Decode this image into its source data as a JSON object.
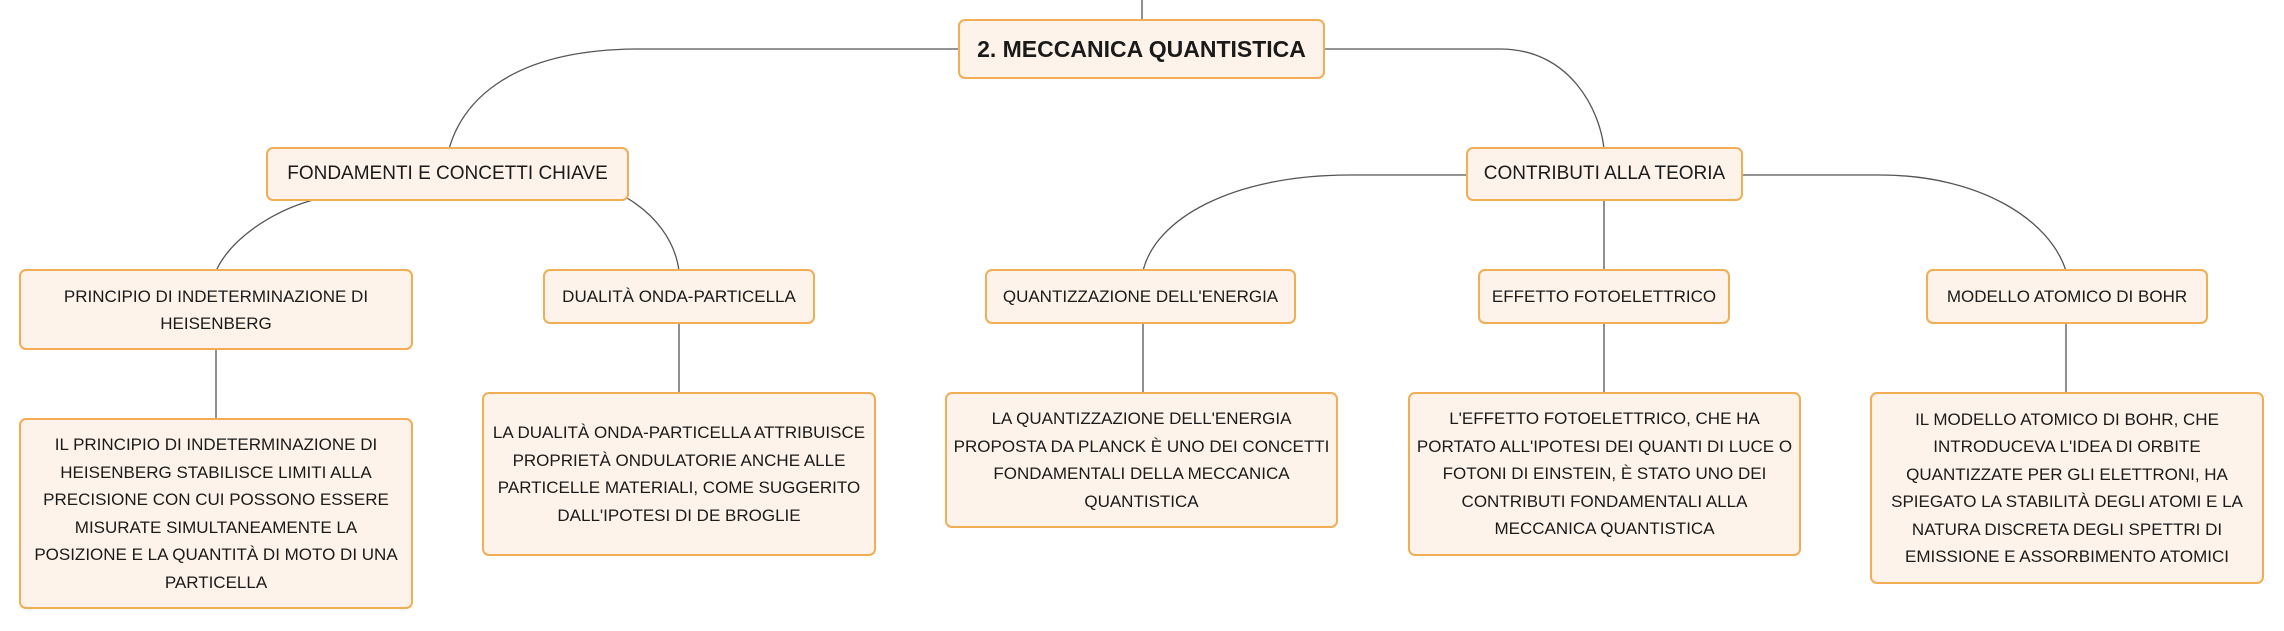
{
  "map": {
    "root": {
      "label": "2. MECCANICA QUANTISTICA"
    },
    "fondamenti": {
      "label": "FONDAMENTI E CONCETTI CHIAVE",
      "heisenberg": {
        "label": "PRINCIPIO DI INDETERMINAZIONE DI HEISENBERG",
        "note": "IL PRINCIPIO DI INDETERMINAZIONE DI HEISENBERG STABILISCE LIMITI ALLA PRECISIONE CON CUI POSSONO ESSERE MISURATE SIMULTANEAMENTE LA POSIZIONE E LA QUANTITÀ DI MOTO DI UNA PARTICELLA"
      },
      "dualita": {
        "label": "DUALITÀ ONDA-PARTICELLA",
        "note": "LA DUALITÀ ONDA-PARTICELLA ATTRIBUISCE PROPRIETÀ ONDULATORIE ANCHE ALLE PARTICELLE MATERIALI, COME SUGGERITO DALL'IPOTESI DI DE BROGLIE"
      }
    },
    "contributi": {
      "label": "CONTRIBUTI ALLA TEORIA",
      "quantizzazione": {
        "label": "QUANTIZZAZIONE DELL'ENERGIA",
        "note": "LA QUANTIZZAZIONE DELL'ENERGIA PROPOSTA DA PLANCK È UNO DEI CONCETTI FONDAMENTALI DELLA MECCANICA QUANTISTICA"
      },
      "fotoelettrico": {
        "label": "EFFETTO FOTOELETTRICO",
        "note": "L'EFFETTO FOTOELETTRICO, CHE HA PORTATO ALL'IPOTESI DEI QUANTI DI LUCE O FOTONI DI EINSTEIN, È STATO UNO DEI CONTRIBUTI FONDAMENTALI ALLA MECCANICA QUANTISTICA"
      },
      "bohr": {
        "label": "MODELLO ATOMICO DI BOHR",
        "note": "IL MODELLO ATOMICO DI BOHR, CHE INTRODUCEVA L'IDEA DI ORBITE QUANTIZZATE PER GLI ELETTRONI, HA SPIEGATO LA STABILITÀ DEGLI ATOMI E LA NATURA DISCRETA DEGLI SPETTRI DI EMISSIONE E ASSORBIMENTO ATOMICI"
      }
    }
  },
  "colors": {
    "border": "#f3ad54",
    "fill": "#fef3ea",
    "connector": "#555555"
  }
}
